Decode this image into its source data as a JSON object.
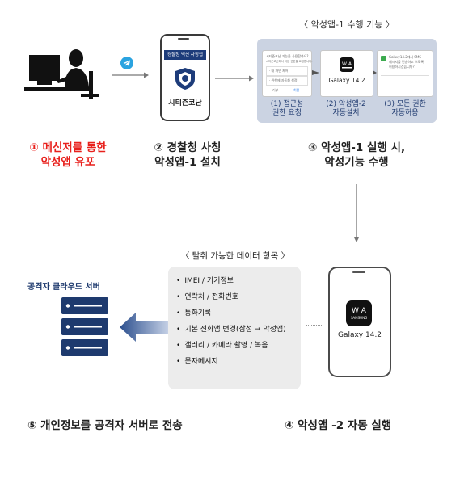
{
  "step1": {
    "line1": "① 메신저를 통한",
    "line2": "악성앱 유포"
  },
  "step2": {
    "line1": "② 경찰청 사칭",
    "line2": "악성앱-1 설치"
  },
  "step3": {
    "line1": "③  악성앱-1 실행 시,",
    "line2": "악성기능 수행"
  },
  "step4": {
    "text": "④  악성앱 -2 자동 실행"
  },
  "step5": {
    "text": "⑤ 개인정보를 공격자 서버로 전송"
  },
  "phone1": {
    "header": "경찰청 백신 사칭앱",
    "app_name": "시티즌코난"
  },
  "panel": {
    "title": "〈  악성앱-1 수행 기능  〉",
    "card1_line1": "시티즌코난 기능을 사용할까요?",
    "card1_line2": "시티즌코난에서 다음 권한을 요청합니다:",
    "card1_opt1": "· 내 화면 제어",
    "card1_opt2": "· 권한에 자동화 설정",
    "card1_btn1": "거부",
    "card1_btn2": "허용",
    "card2_text": "Galaxy 14.2",
    "card3_line1": "Galaxy14.2에서 SMS",
    "card3_line2": "메시지를 전송하고 보도록",
    "card3_line3": "허용하시겠습니까?",
    "sub1_line1": "(1)  접근성",
    "sub1_line2": "권한 요청",
    "sub2_line1": "(2) 악성앱-2",
    "sub2_line2": "자동설치",
    "sub3_line1": "(3) 모든 권한",
    "sub3_line2": "자동허용"
  },
  "server": {
    "label": "공격자 클라우드 서버"
  },
  "data_items": {
    "title": "〈  탈취 가능한 데이터 항목  〉",
    "items": [
      "IMEI / 기기정보",
      "연락처 / 전화번호",
      "통화기록",
      "기본 전화앱 변경(삼성 → 악성앱)",
      "갤러리 / 카메라 촬영 / 녹음",
      "문자메시지"
    ]
  },
  "phone2": {
    "logo_text": "SAMSUNG",
    "label": "Galaxy 14.2"
  },
  "colors": {
    "red": "#e8201c",
    "panel_bg": "#cbd3e2",
    "server": "#1e3a6e",
    "telegram": "#2aa3e0"
  }
}
